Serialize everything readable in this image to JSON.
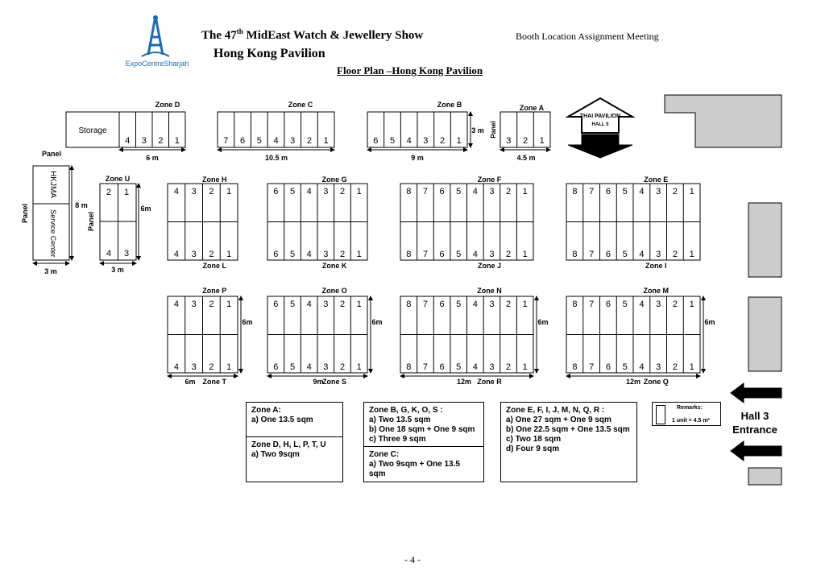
{
  "header": {
    "title_prefix": "The 47",
    "title_sup": "th",
    "title_suffix": " MidEast Watch & Jewellery Show",
    "subtitle": "Hong Kong Pavilion",
    "meeting": "Booth Location Assignment Meeting",
    "plan_title": "Floor Plan –Hong Kong Pavilion",
    "logo_text": "ExpoCentreSharjah"
  },
  "top_row": {
    "zone_d": {
      "label": "Zone D",
      "storage": "Storage",
      "units": [
        "4",
        "3",
        "2",
        "1"
      ],
      "dim": "6 m"
    },
    "zone_c": {
      "label": "Zone C",
      "units": [
        "7",
        "6",
        "5",
        "4",
        "3",
        "2",
        "1"
      ],
      "dim": "10.5 m"
    },
    "zone_b": {
      "label": "Zone B",
      "units": [
        "6",
        "5",
        "4",
        "3",
        "2",
        "1"
      ],
      "dim": "9 m",
      "depth": "3 m"
    },
    "zone_a": {
      "label": "Zone A",
      "panel": "Panel",
      "units": [
        "3",
        "2",
        "1"
      ],
      "dim": "4.5 m"
    },
    "thai": {
      "line1": "THAI PAVILION",
      "line2": "HALL 5"
    }
  },
  "left": {
    "panel_top": "Panel",
    "panel_side": "Panel",
    "hkjma": "HKJMA",
    "service": "Service Center",
    "dim_h": "8 m",
    "dim_w": "3 m",
    "zone_u": {
      "label": "Zone U",
      "top": [
        "2",
        "1"
      ],
      "bottom": [
        "4",
        "3"
      ],
      "panel": "Panel",
      "dim_h": "6m",
      "dim_w": "3 m"
    }
  },
  "grid": {
    "row1_top_labels": [
      "Zone H",
      "Zone G",
      "Zone F",
      "Zone E"
    ],
    "row1_bottom_labels": [
      "Zone L",
      "Zone K",
      "Zone J",
      "Zone I"
    ],
    "row2_top_labels": [
      "Zone P",
      "Zone O",
      "Zone N",
      "Zone M"
    ],
    "row2_bottom_labels": [
      "Zone T",
      "Zone S",
      "Zone R",
      "Zone Q"
    ],
    "units4": [
      "4",
      "3",
      "2",
      "1"
    ],
    "units6": [
      "6",
      "5",
      "4",
      "3",
      "2",
      "1"
    ],
    "units8": [
      "8",
      "7",
      "6",
      "5",
      "4",
      "3",
      "2",
      "1"
    ],
    "dims_side": [
      "6m",
      "6m",
      "6m",
      "6m"
    ],
    "dims_bottom": [
      "6m",
      "9m",
      "12m",
      "12m"
    ]
  },
  "info": {
    "zone_a_title": "Zone A:",
    "zone_a_opt": "a) One 13.5 sqm",
    "zone_d_title": "Zone D, H, L, P, T, U",
    "zone_d_opt": "a) Two 9sqm",
    "zone_b_title": "Zone B, G, K, O, S :",
    "zone_b_opts": [
      "a) Two 13.5 sqm",
      "b) One 18 sqm + One 9 sqm",
      "c) Three 9 sqm"
    ],
    "zone_c_title": "Zone C:",
    "zone_c_opt1": "a)  Two 9sqm + One 13.5",
    "zone_c_opt2": "sqm",
    "zone_e_title": "Zone E, F, I, J, M, N, Q, R :",
    "zone_e_opts": [
      "a) One 27 sqm + One 9 sqm",
      "b) One 22.5 sqm + One 13.5 sqm",
      "c) Two 18 sqm",
      "d) Four 9 sqm"
    ],
    "remarks_title": "Remarks:",
    "remarks_text": "1 unit = 4.5 m²"
  },
  "entrance": {
    "line1": "Hall 3",
    "line2": "Entrance"
  },
  "page_number": "- 4 -"
}
